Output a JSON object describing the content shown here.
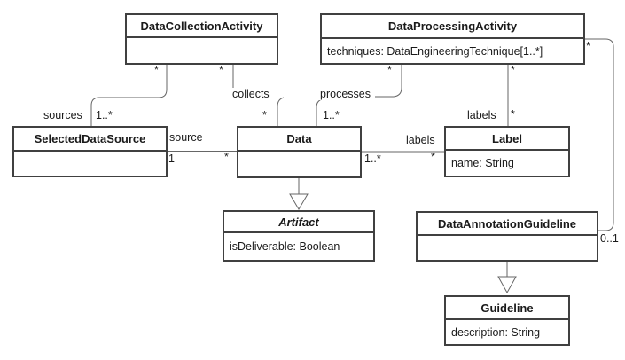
{
  "colors": {
    "background": "#ffffff",
    "box_border": "#404040",
    "box_fill": "#ffffff",
    "connector": "#666666",
    "text": "#1a1a1a"
  },
  "classes": {
    "data_collection_activity": {
      "name": "DataCollectionActivity"
    },
    "data_processing_activity": {
      "name": "DataProcessingActivity",
      "attributes": [
        "techniques: DataEngineeringTechnique[1..*]"
      ]
    },
    "selected_data_source": {
      "name": "SelectedDataSource"
    },
    "data": {
      "name": "Data"
    },
    "label": {
      "name": "Label",
      "attributes": [
        "name: String"
      ]
    },
    "artifact": {
      "name": "Artifact",
      "attributes": [
        "isDeliverable: Boolean"
      ]
    },
    "data_annotation_guideline": {
      "name": "DataAnnotationGuideline"
    },
    "guideline": {
      "name": "Guideline",
      "attributes": [
        "description: String"
      ]
    }
  },
  "edges": {
    "sources_label": "sources",
    "collects_label": "collects",
    "processes_label": "processes",
    "labels_vertical_label": "labels",
    "labels_horizontal_label": "labels",
    "source_label": "source",
    "mult_star": "*",
    "mult_one_star": "1..*",
    "mult_one": "1",
    "mult_zero_one": "0..1"
  }
}
